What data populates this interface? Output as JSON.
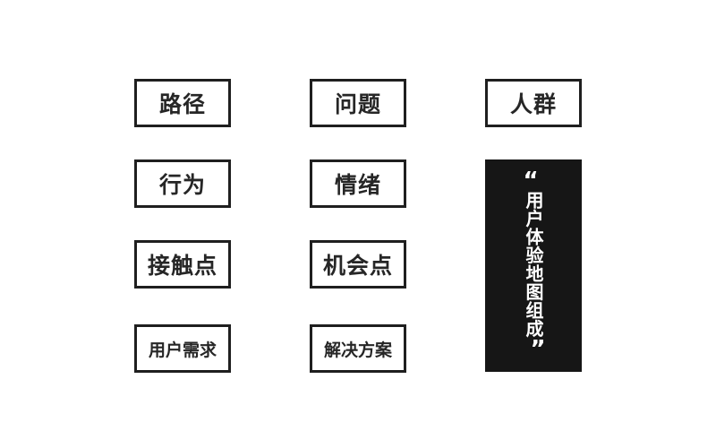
{
  "colors": {
    "background": "#ffffff",
    "box_border": "#1f1f1f",
    "box_text": "#262626",
    "panel_background": "#161616",
    "panel_text": "#ffffff"
  },
  "boxes": [
    {
      "label": "路径"
    },
    {
      "label": "问题"
    },
    {
      "label": "人群"
    },
    {
      "label": "行为"
    },
    {
      "label": "情绪"
    },
    {
      "label": "接触点"
    },
    {
      "label": "机会点"
    },
    {
      "label": "用户需求"
    },
    {
      "label": "解决方案"
    }
  ],
  "panel": {
    "quote_open": "“",
    "text": "用户体验地图组成",
    "quote_close": "”"
  }
}
